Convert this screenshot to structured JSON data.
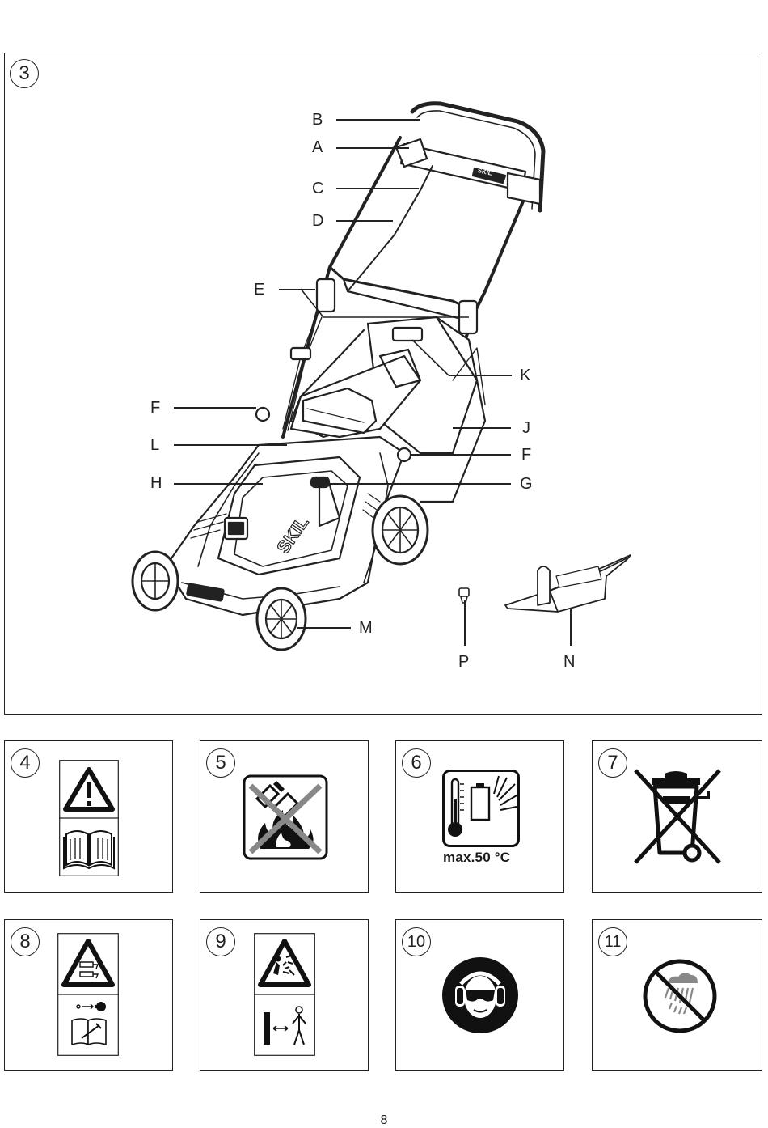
{
  "figure3": {
    "number": "3",
    "callouts": {
      "A": "A",
      "B": "B",
      "C": "C",
      "D": "D",
      "E": "E",
      "F_left": "F",
      "F_right": "F",
      "G": "G",
      "H": "H",
      "J": "J",
      "K": "K",
      "L": "L",
      "M": "M",
      "N": "N",
      "P": "P"
    },
    "brand_text": "SKIL"
  },
  "symbols": [
    {
      "number": "4",
      "icon": "warning-read-manual-icon"
    },
    {
      "number": "5",
      "icon": "no-battery-in-fire-icon"
    },
    {
      "number": "6",
      "icon": "battery-temperature-icon",
      "text": "max.50 °C"
    },
    {
      "number": "7",
      "icon": "crossed-out-bin-icon"
    },
    {
      "number": "8",
      "icon": "remove-key-before-maintenance-icon"
    },
    {
      "number": "9",
      "icon": "flying-debris-keep-distance-icon"
    },
    {
      "number": "10",
      "icon": "wear-eye-ear-protection-icon"
    },
    {
      "number": "11",
      "icon": "no-rain-icon"
    }
  ],
  "page_number": "8"
}
